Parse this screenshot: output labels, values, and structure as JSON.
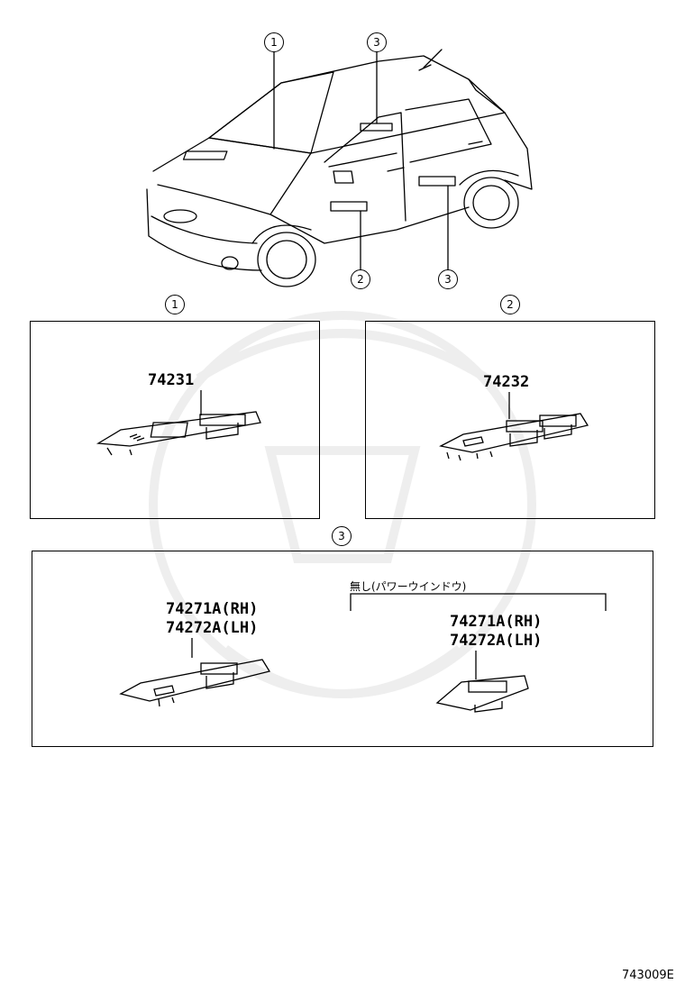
{
  "callouts": {
    "car_1": "1",
    "car_3_top": "3",
    "car_2": "2",
    "car_3_bottom": "3",
    "box_1": "1",
    "box_2": "2",
    "box_3": "3"
  },
  "parts": {
    "box1_part": "74231",
    "box2_part": "74232",
    "box3_left_rh": "74271A(RH)",
    "box3_left_lh": "74272A(LH)",
    "box3_right_rh": "74271A(RH)",
    "box3_right_lh": "74272A(LH)"
  },
  "note_without_power_window": "無し(パワーウインドウ)",
  "diagram_code": "743009E"
}
